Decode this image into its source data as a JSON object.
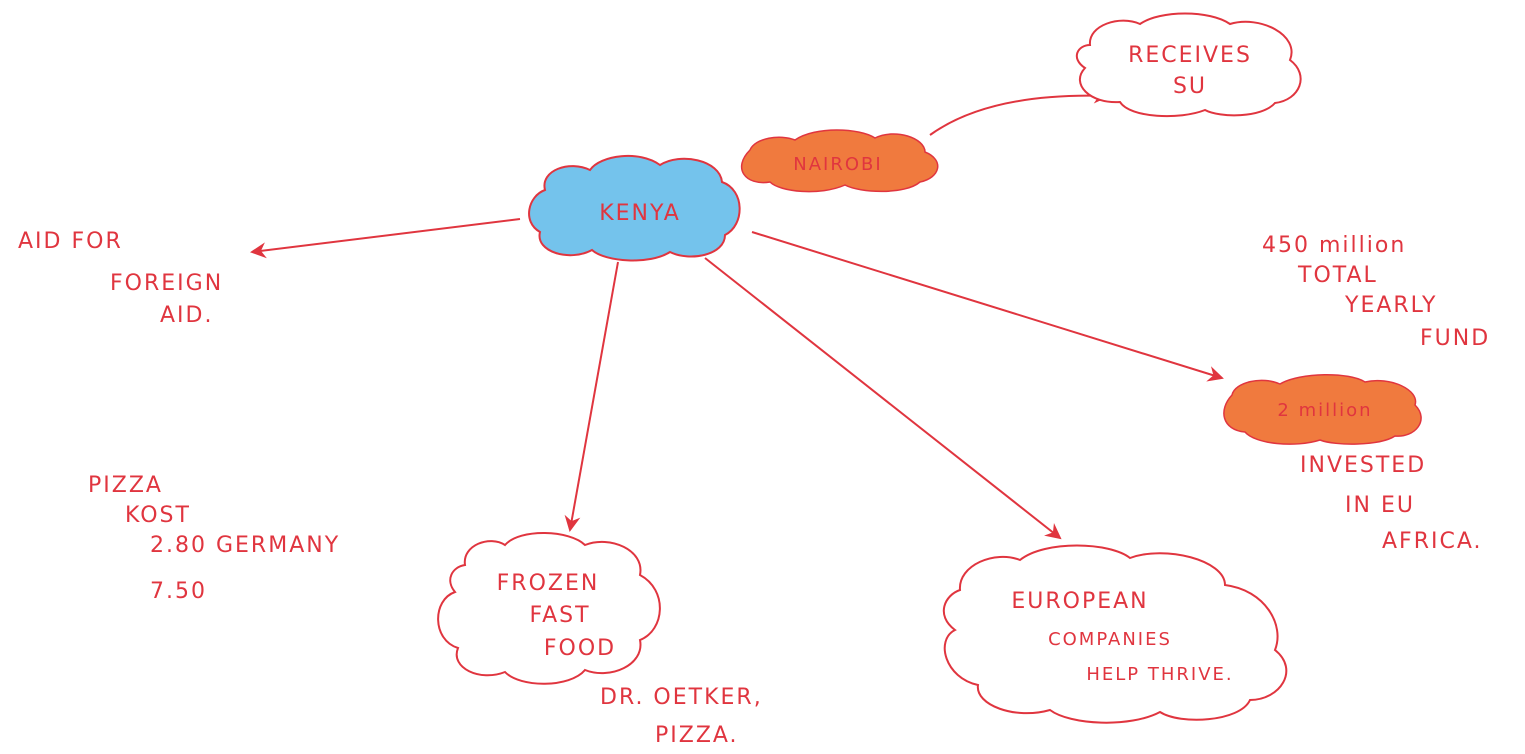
{
  "colors": {
    "ink": "#e0353f",
    "kenya_fill": "#74c3ec",
    "orange_fill": "#f07a3e",
    "paper": "#ffffff"
  },
  "nodes": {
    "kenya": "KENYA",
    "nairobi": "NAIROBI",
    "receives": [
      "RECEIVES",
      "SU"
    ],
    "aid": [
      "AID FOR",
      "FOREIGN",
      "AID."
    ],
    "pizza": [
      "PIZZA",
      "KOST",
      "2.80 GERMANY",
      "7.50"
    ],
    "frozen": [
      "FROZEN",
      "FAST",
      "FOOD"
    ],
    "oetker": [
      "DR. OETKER,",
      "PIZZA."
    ],
    "european": [
      "EUROPEAN",
      "COMPANIES",
      "HELP THRIVE."
    ],
    "two_million": "2 million",
    "invested": [
      "INVESTED",
      "IN EU",
      "AFRICA."
    ],
    "fund": [
      "450 million",
      "TOTAL",
      "YEARLY",
      "FUND"
    ]
  }
}
